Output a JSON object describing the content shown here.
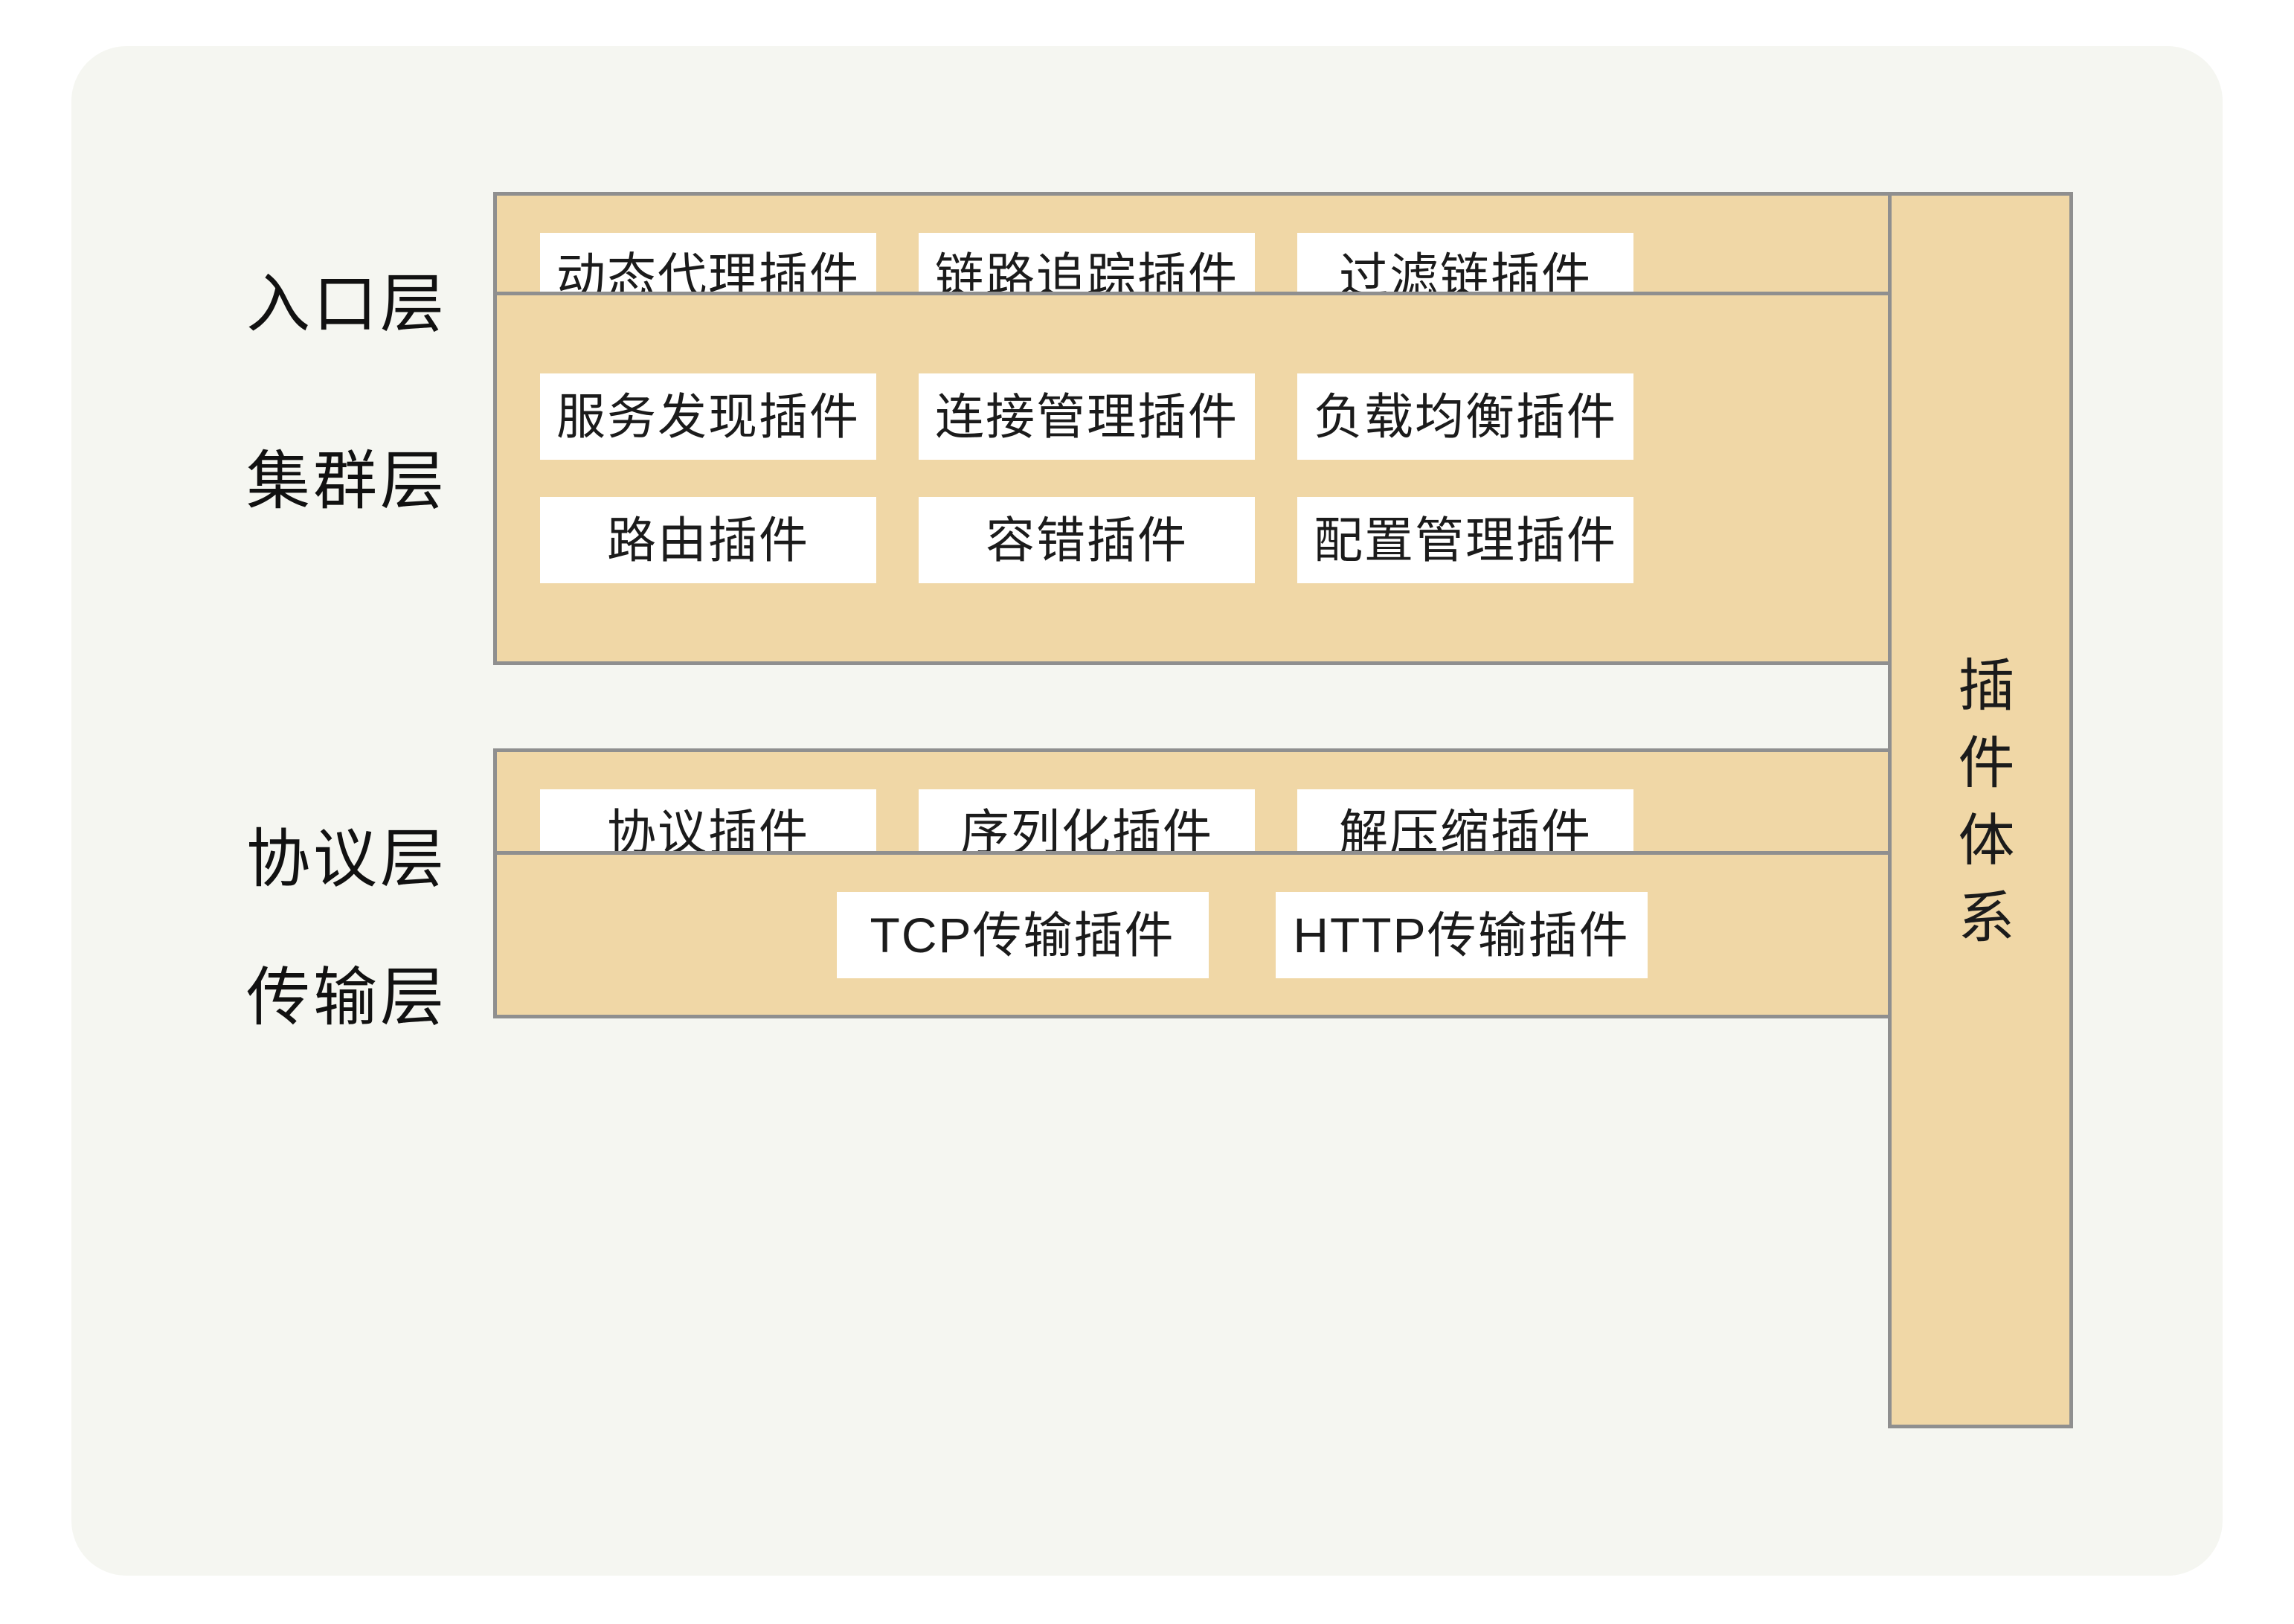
{
  "diagram": {
    "title_vertical": "插件体系",
    "layers": [
      {
        "label": "入口层",
        "rows": [
          [
            "动态代理插件",
            "链路追踪插件",
            "过滤链插件"
          ]
        ]
      },
      {
        "label": "集群层",
        "rows": [
          [
            "服务发现插件",
            "连接管理插件",
            "负载均衡插件"
          ],
          [
            "路由插件",
            "容错插件",
            "配置管理插件"
          ]
        ]
      },
      {
        "label": "协议层",
        "rows": [
          [
            "协议插件",
            "序列化插件",
            "解压缩插件"
          ]
        ]
      },
      {
        "label": "传输层",
        "rows": [
          [
            "TCP传输插件",
            "HTTP传输插件"
          ]
        ]
      }
    ]
  },
  "colors": {
    "card_background": "#f5f6f1",
    "band_fill": "#f0d7a6",
    "band_border": "#8f8f8f",
    "chip_fill": "#ffffff",
    "text": "#1b1b1b",
    "page_background": "#ffffff"
  }
}
